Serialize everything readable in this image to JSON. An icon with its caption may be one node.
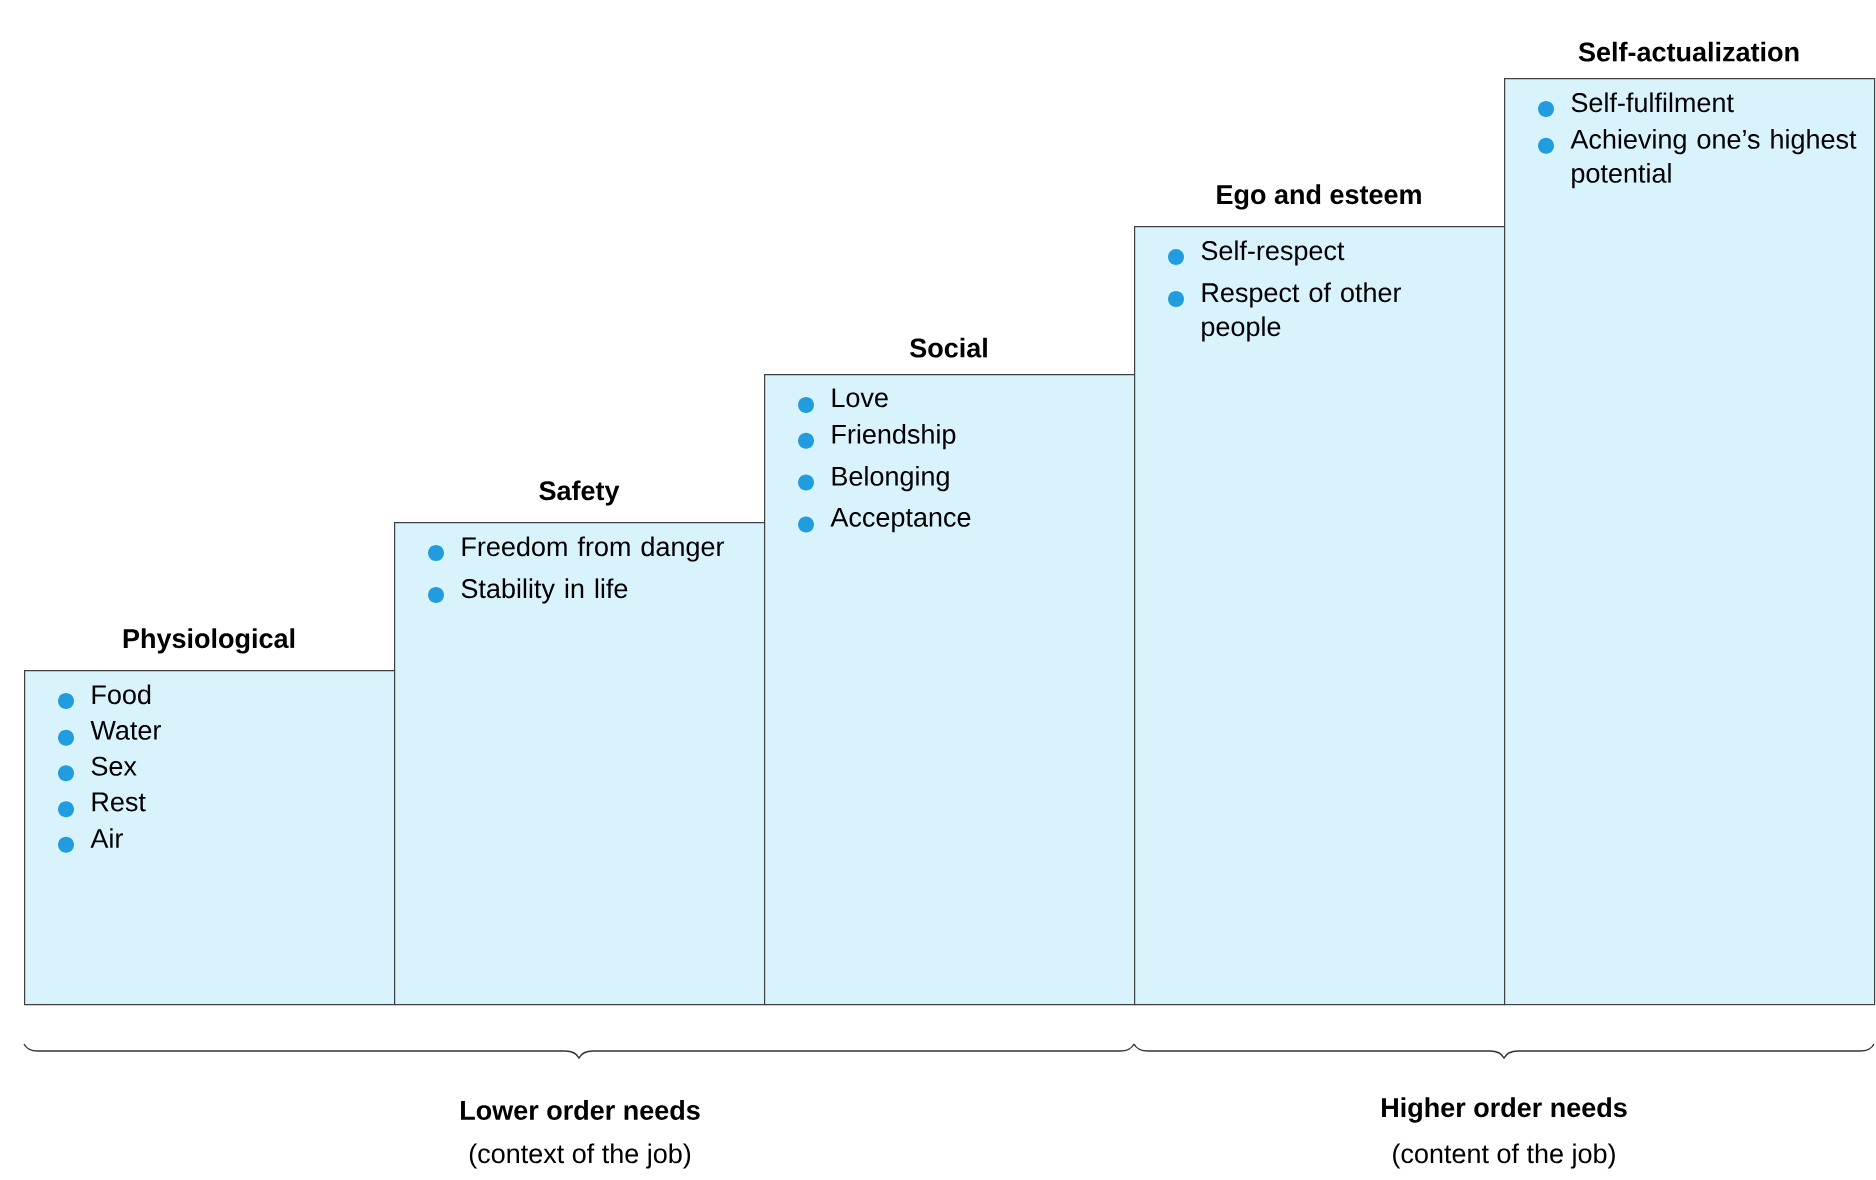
{
  "diagram": {
    "nodes": [
      {
        "text": [
          "Physiological",
          "Food",
          "Water",
          "Sex",
          "Rest",
          "Air"
        ]
      },
      {
        "text": [
          "Safety",
          "Freedom from danger",
          "Stability in life"
        ]
      },
      {
        "text": [
          "Social",
          "Love",
          "Friendship",
          "Belonging",
          "Acceptance"
        ]
      },
      {
        "text": [
          "Ego and esteem",
          "Self-respect",
          "Respect of other people"
        ]
      },
      {
        "text": [
          "Self-actualization",
          "Self-fulfilment",
          "Achieving one’s highest potential"
        ]
      }
    ],
    "labels": [
      "Lower order needs",
      "(context of the job)",
      "Higher order needs",
      "(content of the job)"
    ]
  }
}
